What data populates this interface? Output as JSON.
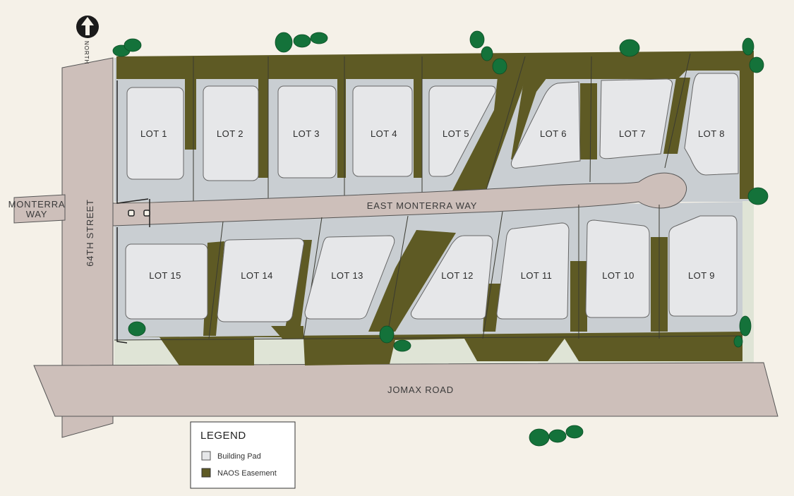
{
  "colors": {
    "background": "#f5f1e8",
    "road": "#cdbfba",
    "lot_ground": "#c9ced2",
    "building_pad": "#e6e7e9",
    "naos_easement": "#5e5a24",
    "tree": "#14723a",
    "buffer": "#dfe4d6"
  },
  "north": {
    "label": "NORTH",
    "icon": "north-arrow-icon"
  },
  "roads": {
    "street_64th": "64TH STREET",
    "monterra_way_1": "MONTERRA",
    "monterra_way_2": "WAY",
    "east_monterra": "EAST MONTERRA WAY",
    "jomax": "JOMAX ROAD"
  },
  "lots": [
    {
      "id": 1,
      "label": "LOT 1"
    },
    {
      "id": 2,
      "label": "LOT 2"
    },
    {
      "id": 3,
      "label": "LOT 3"
    },
    {
      "id": 4,
      "label": "LOT 4"
    },
    {
      "id": 5,
      "label": "LOT 5"
    },
    {
      "id": 6,
      "label": "LOT 6"
    },
    {
      "id": 7,
      "label": "LOT 7"
    },
    {
      "id": 8,
      "label": "LOT 8"
    },
    {
      "id": 9,
      "label": "LOT 9"
    },
    {
      "id": 10,
      "label": "LOT 10"
    },
    {
      "id": 11,
      "label": "LOT 11"
    },
    {
      "id": 12,
      "label": "LOT 12"
    },
    {
      "id": 13,
      "label": "LOT 13"
    },
    {
      "id": 14,
      "label": "LOT 14"
    },
    {
      "id": 15,
      "label": "LOT 15"
    }
  ],
  "legend": {
    "title": "LEGEND",
    "items": [
      {
        "label": "Building Pad",
        "color": "#e6e7e9"
      },
      {
        "label": "NAOS Easement",
        "color": "#5e5a24"
      }
    ]
  }
}
